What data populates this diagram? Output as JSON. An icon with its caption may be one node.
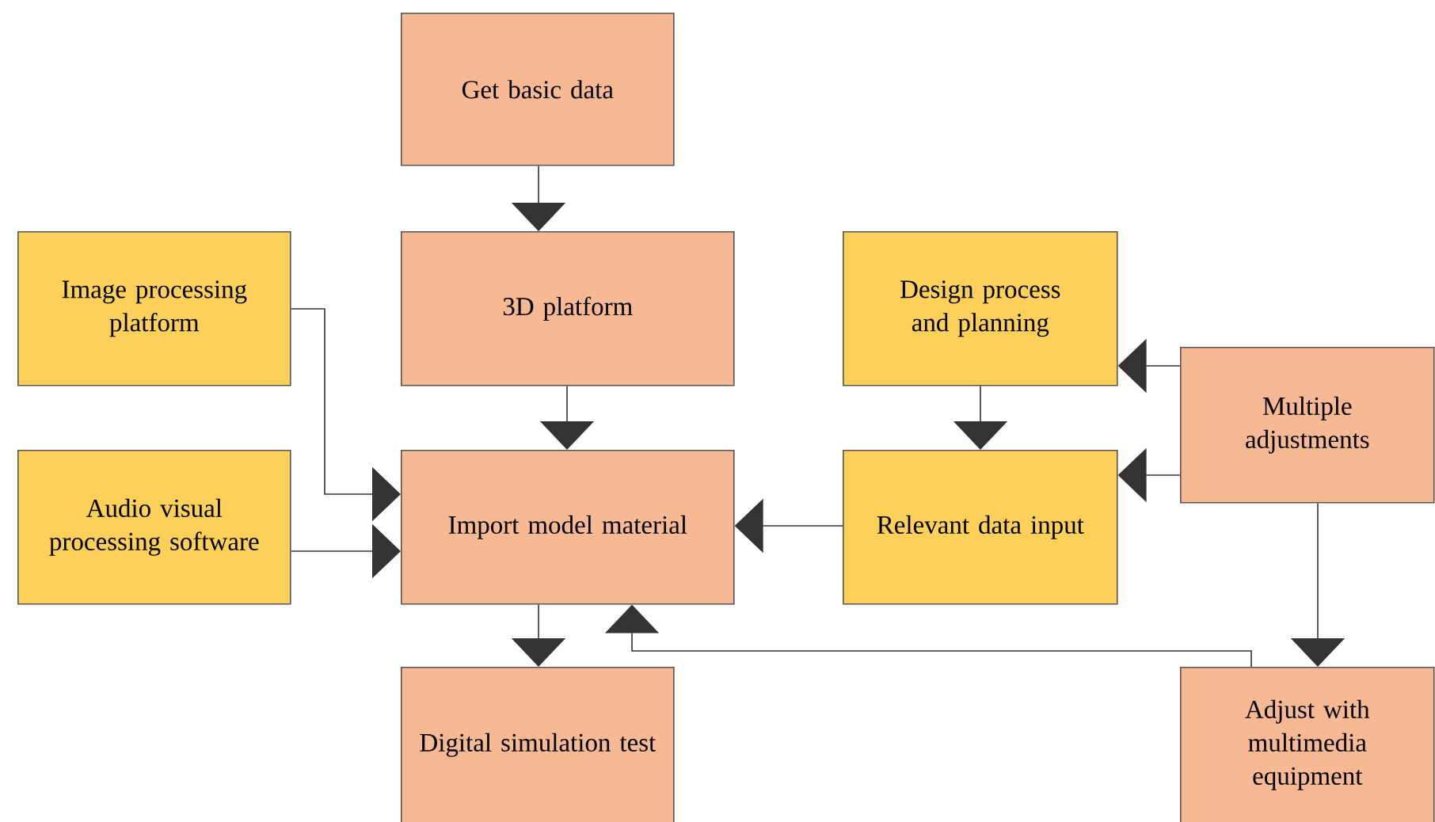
{
  "diagram": {
    "nodes": [
      {
        "text": [
          "Get basic data"
        ]
      },
      {
        "text": [
          "Image processing platform"
        ]
      },
      {
        "text": [
          "3D platform"
        ]
      },
      {
        "text": [
          "Design process and planning"
        ]
      },
      {
        "text": [
          "Multiple adjustments"
        ]
      },
      {
        "text": [
          "Audio visual processing software"
        ]
      },
      {
        "text": [
          "Import model material"
        ]
      },
      {
        "text": [
          "Relevant data input"
        ]
      },
      {
        "text": [
          "Digital simulation test"
        ]
      },
      {
        "text": [
          "Adjust with multimedia equipment"
        ]
      }
    ],
    "edges": [
      {
        "from": 0,
        "to": 2,
        "arrow": "to"
      },
      {
        "from": 1,
        "to": 6,
        "arrow": "to"
      },
      {
        "from": 5,
        "to": 6,
        "arrow": "to"
      },
      {
        "from": 2,
        "to": 6,
        "arrow": "to"
      },
      {
        "from": 3,
        "to": 7,
        "arrow": "to"
      },
      {
        "from": 4,
        "to": 3,
        "arrow": "to"
      },
      {
        "from": 4,
        "to": 7,
        "arrow": "to"
      },
      {
        "from": 7,
        "to": 6,
        "arrow": "to"
      },
      {
        "from": 6,
        "to": 8,
        "arrow": "to"
      },
      {
        "from": 4,
        "to": 9,
        "arrow": "to"
      },
      {
        "from": 9,
        "to": 6,
        "arrow": "to"
      }
    ]
  }
}
